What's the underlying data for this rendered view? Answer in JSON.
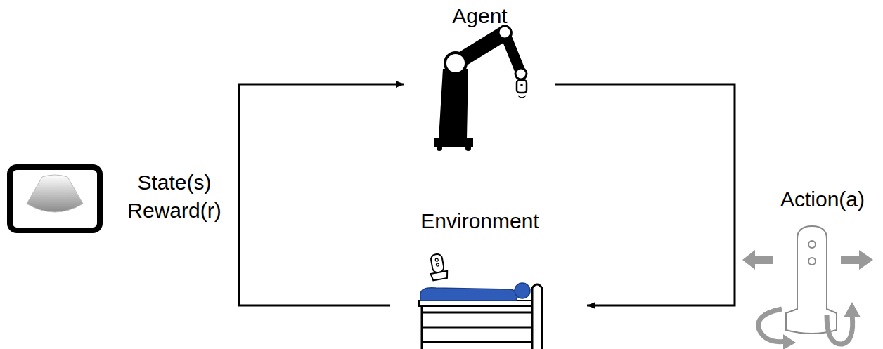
{
  "diagram": {
    "nodes": [
      {
        "text": [
          "Agent"
        ]
      },
      {
        "text": [
          "Environment"
        ]
      }
    ],
    "edges": [
      {
        "from": 1,
        "to": 0,
        "arrow": "to",
        "label": "State(s) Reward(r)"
      },
      {
        "from": 0,
        "to": 1,
        "arrow": "to",
        "label": "Action(a)"
      }
    ]
  }
}
